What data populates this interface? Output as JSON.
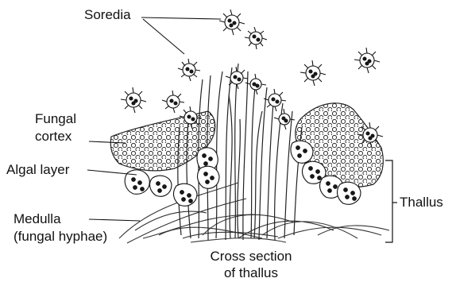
{
  "labels": {
    "soredia": "Soredia",
    "fungal_cortex_line1": "Fungal",
    "fungal_cortex_line2": "cortex",
    "algal_layer": "Algal layer",
    "medulla_line1": "Medulla",
    "medulla_line2": "(fungal hyphae)",
    "thallus": "Thallus",
    "caption_line1": "Cross section",
    "caption_line2": "of thallus"
  },
  "colors": {
    "ink": "#111111",
    "cortex_fill": "#ffffff",
    "algal_cell": "#1a1a1a",
    "background": "#ffffff"
  }
}
